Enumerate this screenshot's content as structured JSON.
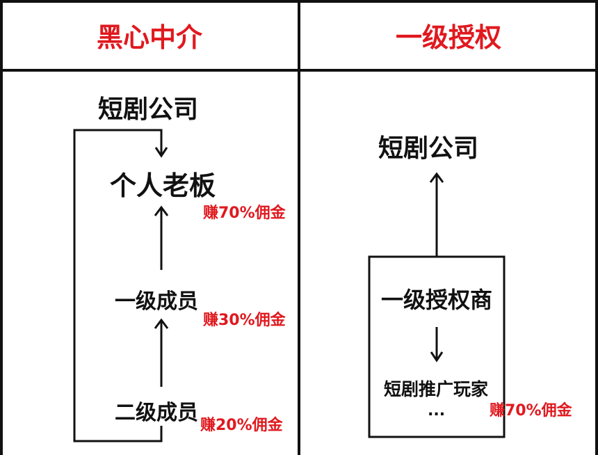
{
  "headers": {
    "left": "黑心中介",
    "right": "一级授权"
  },
  "colors": {
    "accent": "#e0191f",
    "line": "#111111"
  },
  "left": {
    "company": "短剧公司",
    "boss": "个人老板",
    "boss_commission": "赚70%佣金",
    "level1": "一级成员",
    "level1_commission": "赚30%佣金",
    "level2": "二级成员",
    "level2_commission": "赚20%佣金"
  },
  "right": {
    "company": "短剧公司",
    "authorized": "一级授权商",
    "promoters": "短剧推广玩家",
    "ellipsis": "...",
    "commission": "赚70%佣金"
  }
}
